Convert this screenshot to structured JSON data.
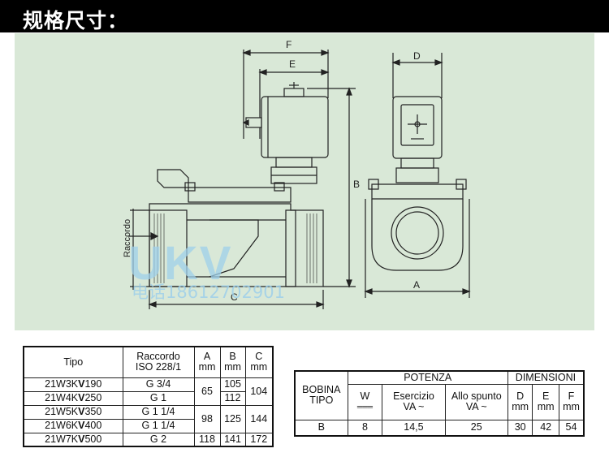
{
  "header": {
    "title": "规格尺寸："
  },
  "drawing": {
    "dim_labels": {
      "F": "F",
      "E": "E",
      "B": "B",
      "C": "C",
      "D": "D",
      "A": "A"
    },
    "raccordo_label": "Raccordo",
    "watermark_logo": "UKV",
    "watermark_phone": "电话18612702901"
  },
  "table_models": {
    "headers": {
      "tipo": "Tipo",
      "raccordo_l1": "Raccordo",
      "raccordo_l2": "ISO 228/1",
      "a": "A",
      "a_unit": "mm",
      "b": "B",
      "b_unit": "mm",
      "c": "C",
      "c_unit": "mm"
    },
    "rows": [
      {
        "tipo_prefix": "21W3K",
        "tipo_v": "V",
        "tipo_num": "190",
        "raccordo": "G 3/4",
        "b": "105"
      },
      {
        "tipo_prefix": "21W4K",
        "tipo_v": "V",
        "tipo_num": "250",
        "raccordo": "G 1",
        "b": "112"
      },
      {
        "tipo_prefix": "21W5K",
        "tipo_v": "V",
        "tipo_num": "350",
        "raccordo": "G 1 1/4"
      },
      {
        "tipo_prefix": "21W6K",
        "tipo_v": "V",
        "tipo_num": "400",
        "raccordo": "G 1 1/4"
      },
      {
        "tipo_prefix": "21W7K",
        "tipo_v": "V",
        "tipo_num": "500",
        "raccordo": "G 2",
        "a": "118",
        "b": "141",
        "c": "172"
      }
    ],
    "merged": {
      "a_rows_1_2": "65",
      "c_rows_1_2": "104",
      "a_rows_3_4": "98",
      "b_rows_3_4": "125",
      "c_rows_3_4": "144"
    }
  },
  "table_coil": {
    "headers": {
      "bobina_l1": "BOBINA",
      "bobina_l2": "TIPO",
      "potenza": "POTENZA",
      "dimensioni": "DIMENSIONI",
      "w": "W",
      "w_unit": "═══",
      "esercizio_l1": "Esercizio",
      "esercizio_l2": "VA ~",
      "spunto_l1": "Allo spunto",
      "spunto_l2": "VA ~",
      "d": "D",
      "d_unit": "mm",
      "e": "E",
      "e_unit": "mm",
      "f": "F",
      "f_unit": "mm"
    },
    "row": {
      "bobina": "B",
      "w": "8",
      "esercizio": "14,5",
      "spunto": "25",
      "d": "30",
      "e": "42",
      "f": "54"
    }
  }
}
